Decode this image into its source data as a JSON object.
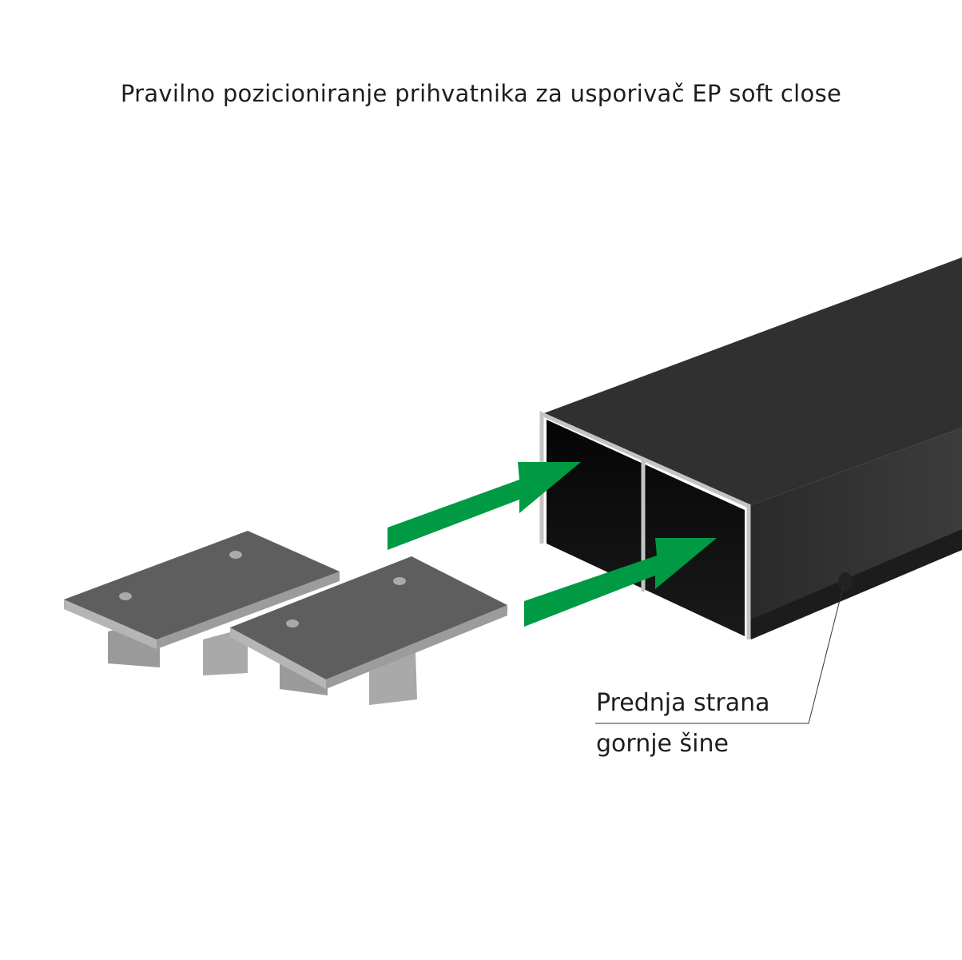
{
  "title": "Pravilno pozicioniranje prihvatnika za usporivač EP soft close",
  "callout": {
    "line1": "Prednja strana",
    "line2": "gornje šine"
  },
  "colors": {
    "arrow": "#009a44",
    "rail": "#2e2e2e",
    "plate": "#5e5e5e",
    "metal_edge": "#b8b8b8"
  }
}
